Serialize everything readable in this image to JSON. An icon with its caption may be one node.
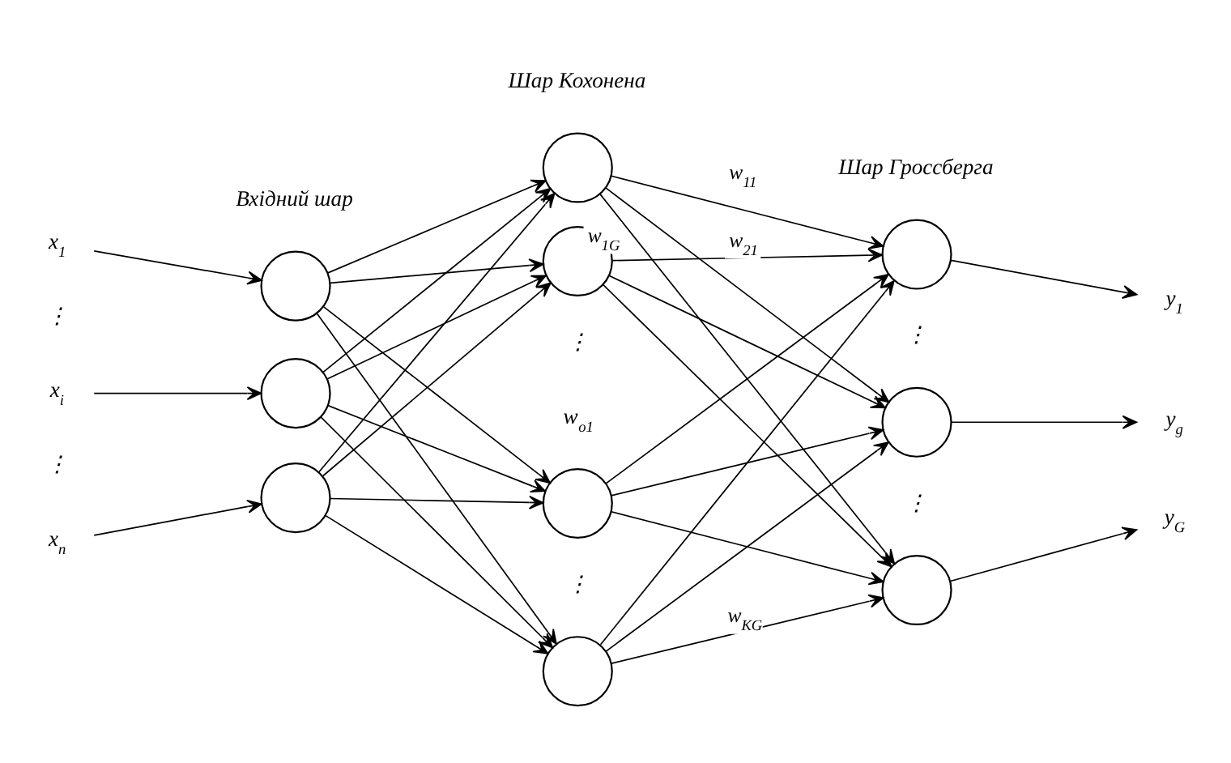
{
  "diagram": {
    "nodes": [
      {
        "text": [
          "x$_{1}$"
        ]
      },
      {
        "text": [
          "x$_{i}$"
        ]
      },
      {
        "text": [
          "x$_{n}$"
        ]
      },
      {
        "text": [],
        "shape": "circle"
      },
      {
        "text": [],
        "shape": "circle"
      },
      {
        "text": [],
        "shape": "circle"
      },
      {
        "text": [],
        "shape": "circle"
      },
      {
        "text": [],
        "shape": "circle"
      },
      {
        "text": [],
        "shape": "circle"
      },
      {
        "text": [],
        "shape": "circle"
      },
      {
        "text": [],
        "shape": "circle"
      },
      {
        "text": [],
        "shape": "circle"
      },
      {
        "text": [],
        "shape": "circle"
      },
      {
        "text": [
          "y$_{1}$"
        ]
      },
      {
        "text": [
          "y$_{g}$"
        ]
      },
      {
        "text": [
          "y$_{G}$"
        ]
      }
    ],
    "edges": [
      {
        "from": 0,
        "to": 3,
        "arrow": "to"
      },
      {
        "from": 1,
        "to": 4,
        "arrow": "to"
      },
      {
        "from": 2,
        "to": 5,
        "arrow": "to"
      },
      {
        "from": 3,
        "to": 6,
        "arrow": "to"
      },
      {
        "from": 3,
        "to": 7,
        "arrow": "to"
      },
      {
        "from": 3,
        "to": 8,
        "arrow": "to"
      },
      {
        "from": 3,
        "to": 9,
        "arrow": "to"
      },
      {
        "from": 4,
        "to": 6,
        "arrow": "to"
      },
      {
        "from": 4,
        "to": 7,
        "arrow": "to"
      },
      {
        "from": 4,
        "to": 8,
        "arrow": "to"
      },
      {
        "from": 4,
        "to": 9,
        "arrow": "to"
      },
      {
        "from": 5,
        "to": 6,
        "arrow": "to"
      },
      {
        "from": 5,
        "to": 7,
        "arrow": "to"
      },
      {
        "from": 5,
        "to": 8,
        "arrow": "to"
      },
      {
        "from": 5,
        "to": 9,
        "arrow": "to"
      },
      {
        "from": 6,
        "to": 10,
        "arrow": "to",
        "label": "w$_{11}$"
      },
      {
        "from": 6,
        "to": 11,
        "arrow": "to"
      },
      {
        "from": 6,
        "to": 12,
        "arrow": "to",
        "label": "w$_{1G}$"
      },
      {
        "from": 7,
        "to": 10,
        "arrow": "to",
        "label": "w$_{21}$"
      },
      {
        "from": 7,
        "to": 11,
        "arrow": "to"
      },
      {
        "from": 7,
        "to": 12,
        "arrow": "to"
      },
      {
        "from": 8,
        "to": 10,
        "arrow": "to"
      },
      {
        "from": 8,
        "to": 11,
        "arrow": "to"
      },
      {
        "from": 8,
        "to": 12,
        "arrow": "to"
      },
      {
        "from": 9,
        "to": 10,
        "arrow": "to"
      },
      {
        "from": 9,
        "to": 11,
        "arrow": "to"
      },
      {
        "from": 9,
        "to": 12,
        "arrow": "to",
        "label": "w$_{KG}$"
      },
      {
        "from": 10,
        "to": 13,
        "arrow": "to"
      },
      {
        "from": 11,
        "to": 14,
        "arrow": "to"
      },
      {
        "from": 12,
        "to": 15,
        "arrow": "to"
      }
    ],
    "labels": [
      "Вхідний шар",
      "Шар Кохонена",
      "Шар Гроссберга",
      "⋮",
      "⋮",
      "⋮",
      "⋮",
      "⋮",
      "⋮",
      "w$_{o1}$"
    ]
  }
}
